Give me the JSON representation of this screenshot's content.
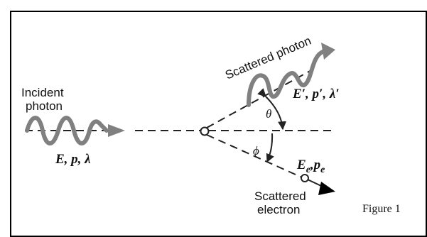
{
  "labels": {
    "incident_line1": "Incident",
    "incident_line2": "photon",
    "incident_vars": "E, p, λ",
    "scattered_photon": "Scattered photon",
    "scattered_vars": "E′, p′, λ′",
    "theta": "θ",
    "phi": "ϕ",
    "electron_E": "E",
    "electron_E_sub": "e",
    "electron_sep": ",",
    "electron_p": "p",
    "electron_p_sub": "e",
    "scattered_electron_line1": "Scattered",
    "scattered_electron_line2": "electron",
    "figure_caption": "Figure 1"
  },
  "colors": {
    "frame": "#000000",
    "line": "#222222",
    "wave": "#808080",
    "text": "#111111"
  }
}
